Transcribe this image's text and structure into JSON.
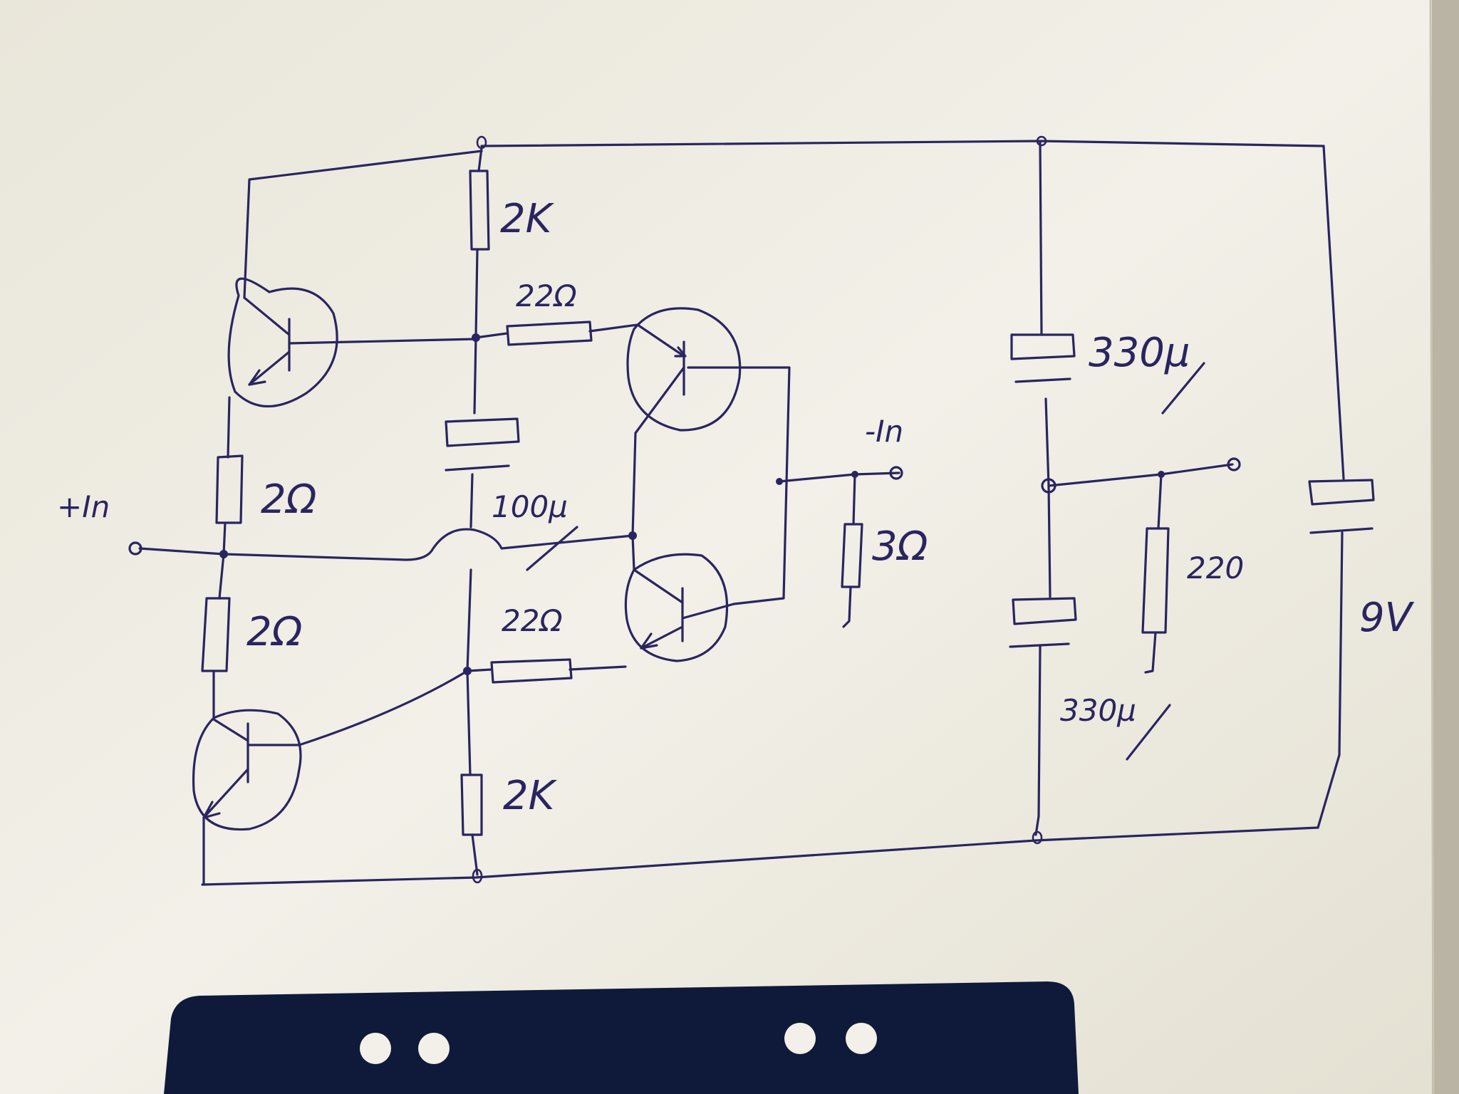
{
  "diagram": {
    "labels": {
      "r_top_bias": "2K",
      "r_top_base": "22Ω",
      "r_emitter_upper": "2Ω",
      "r_emitter_lower": "2Ω",
      "c_coupling": "100μ",
      "r_bottom_base": "22Ω",
      "r_bottom_bias": "2K",
      "input": "+In",
      "output": "-In",
      "r_load": "3Ω",
      "c_upper_supply": "330μ",
      "c_lower_supply": "330μ",
      "r_divider": "220",
      "battery": "9V"
    },
    "colors": {
      "ink": "#2a2560",
      "paper": "#f1efe6",
      "background": "#d7d3c4",
      "clip": "#0f1a3a"
    }
  }
}
